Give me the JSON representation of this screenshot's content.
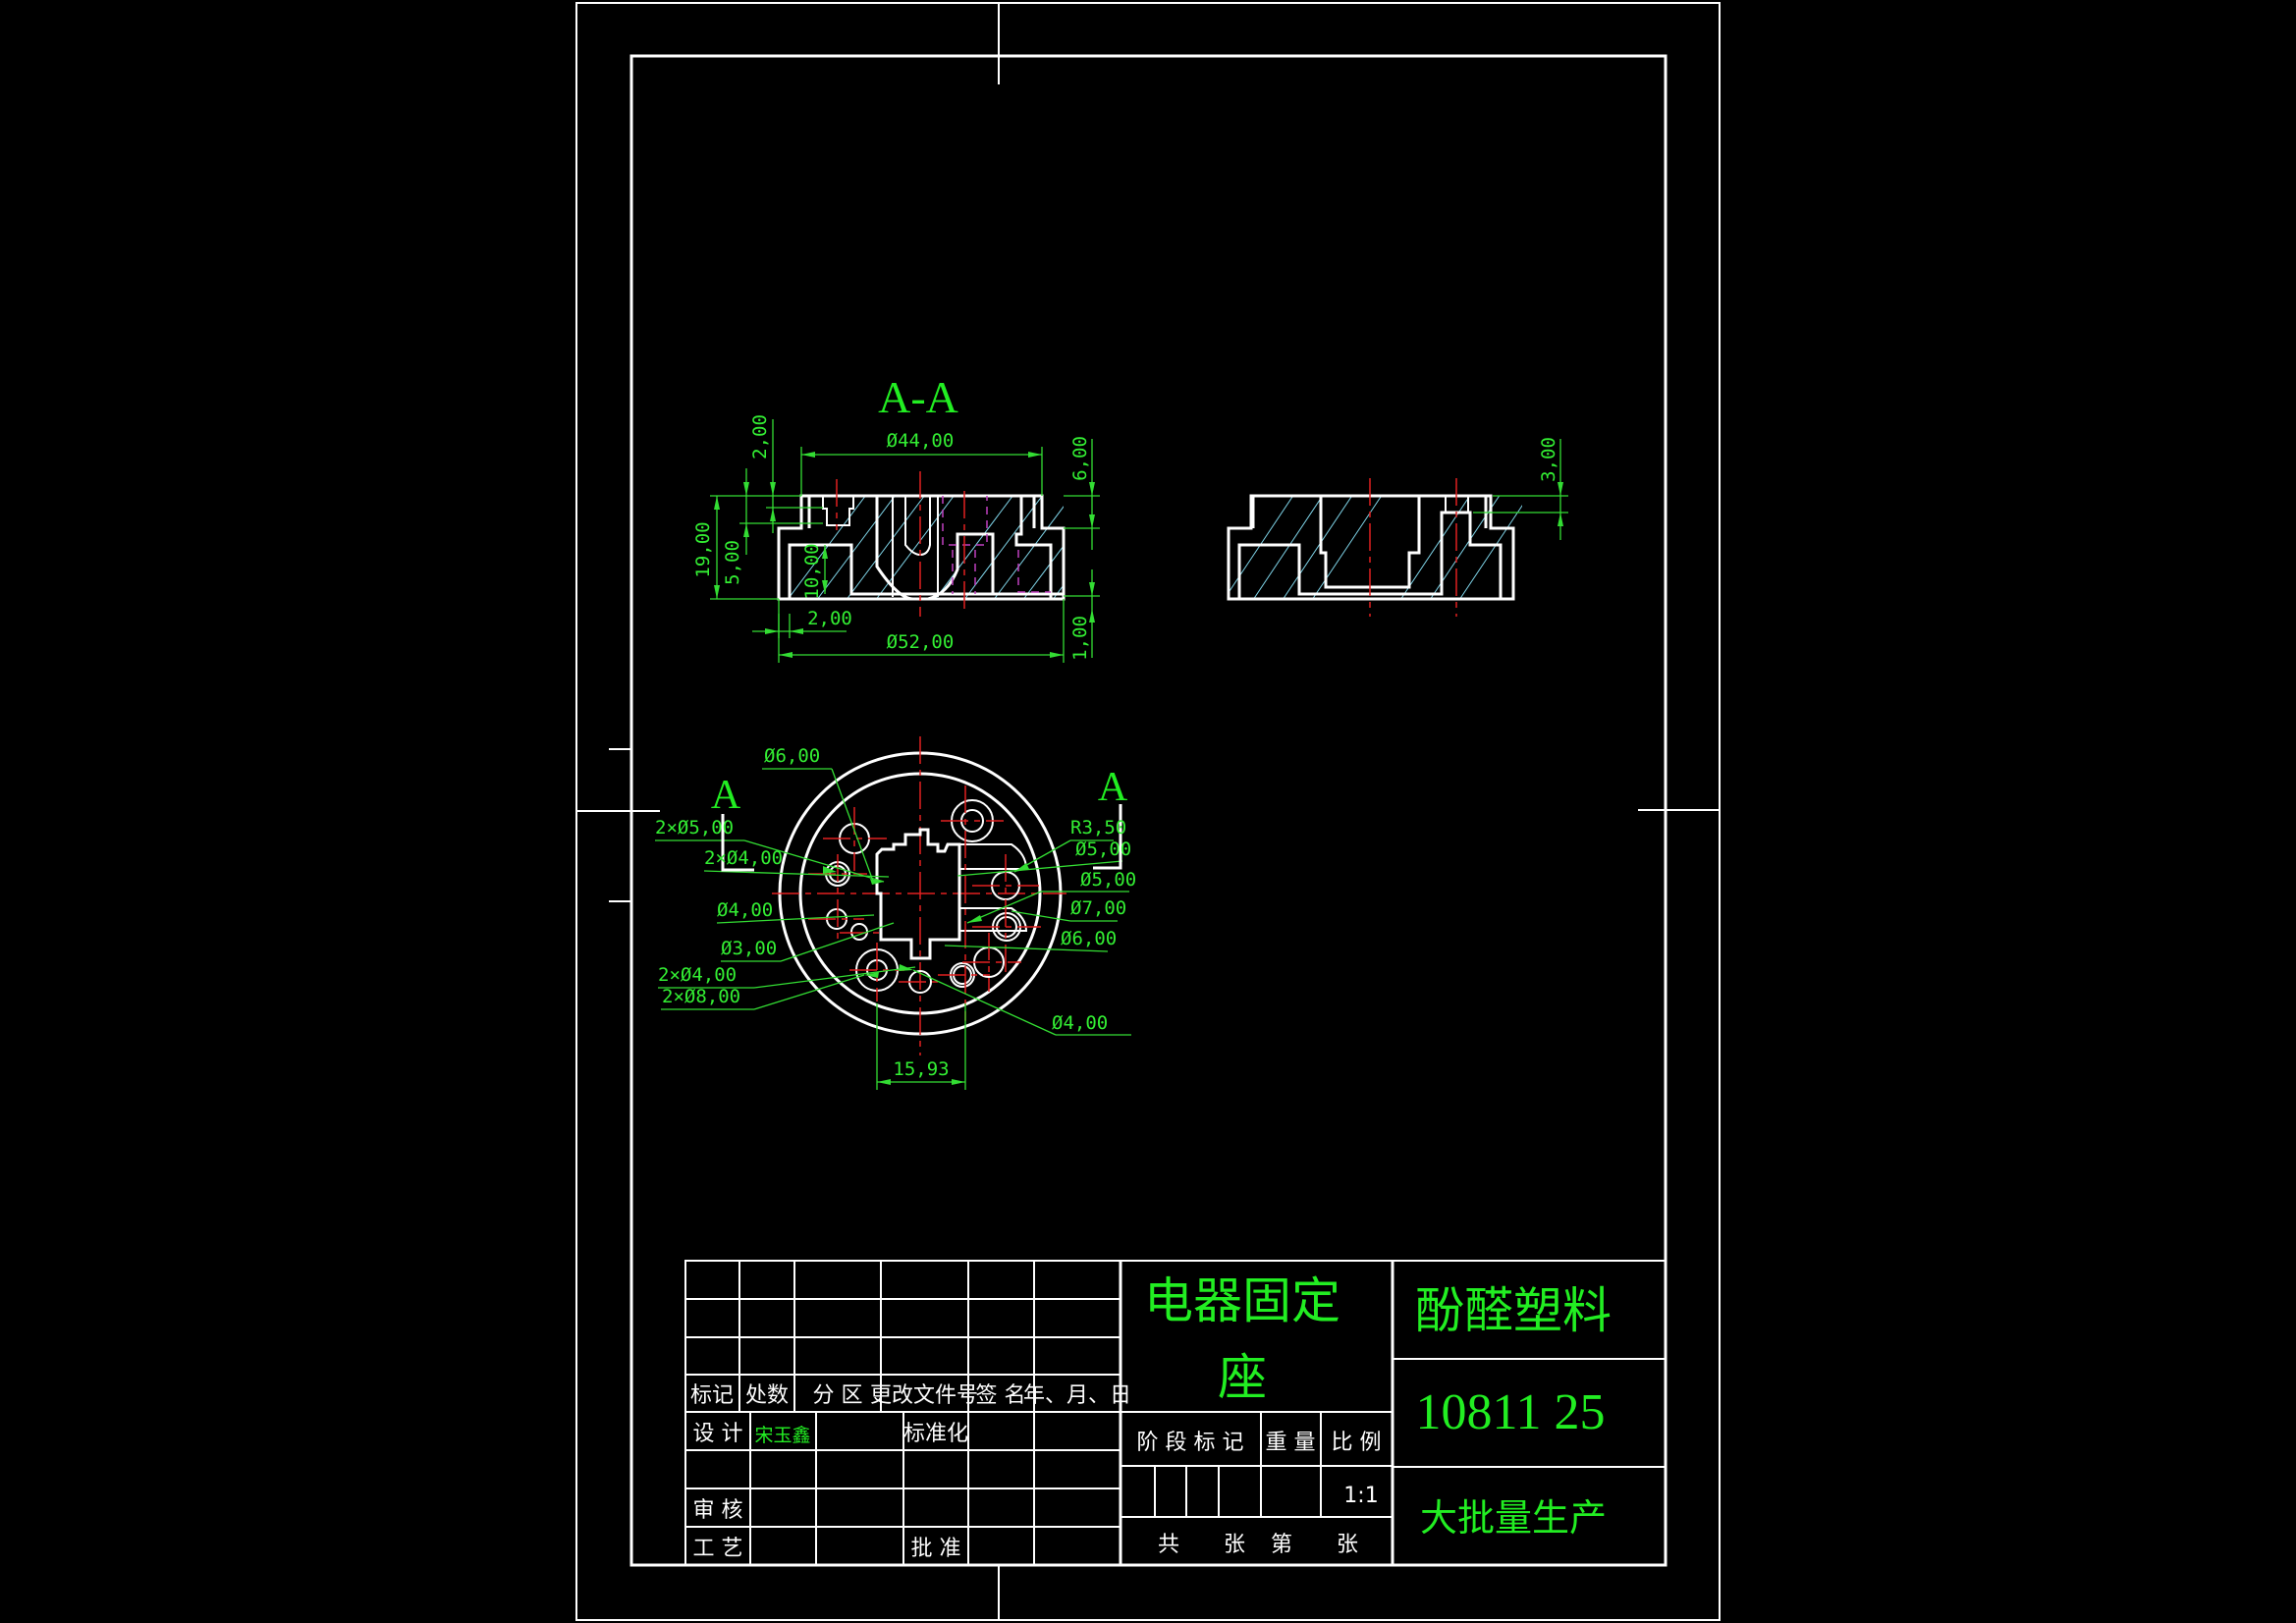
{
  "drawing": {
    "section_label": "A-A",
    "section_marker_left": "A",
    "section_marker_right": "A",
    "section_view_dimensions": {
      "top_diameter": "Ø44,00",
      "bottom_diameter": "Ø52,00",
      "overall_height": "19,00",
      "flange_height": "5,00",
      "top_step": "2,00",
      "pocket_depth": "10,00",
      "wall_thickness": "2,00",
      "right_top": "6,00",
      "right_bottom": "1,00"
    },
    "side_view_dimensions": {
      "step": "3,00"
    },
    "top_view_dimensions": {
      "left": [
        "Ø6,00",
        "2×Ø5,00",
        "2×Ø4,00",
        "Ø4,00",
        "Ø3,00",
        "2×Ø4,00",
        "2×Ø8,00"
      ],
      "right": [
        "R3,50",
        "Ø5,00",
        "Ø5,00",
        "Ø7,00",
        "Ø6,00",
        "Ø4,00"
      ],
      "bottom": "15,93"
    }
  },
  "title_block": {
    "revision_headers": [
      "标记",
      "处数",
      "分 区",
      "更改文件号",
      "签 名",
      "年、月、日"
    ],
    "design_label": "设 计",
    "designer_name": "宋玉鑫",
    "standardization_label": "标准化",
    "review_label": "审 核",
    "process_label": "工 艺",
    "approve_label": "批 准",
    "part_name_line1": "电器固定",
    "part_name_line2": "座",
    "material": "酚醛塑料",
    "drawing_number": "10811 25",
    "stage_mark_label": "阶 段 标 记",
    "weight_label": "重 量",
    "scale_label": "比 例",
    "scale_value": "1:1",
    "sheets_total_label": "共",
    "sheets_unit_label": "张",
    "sheet_no_label": "第",
    "sheet_no_unit_label": "张",
    "production_note": "大批量生产"
  }
}
